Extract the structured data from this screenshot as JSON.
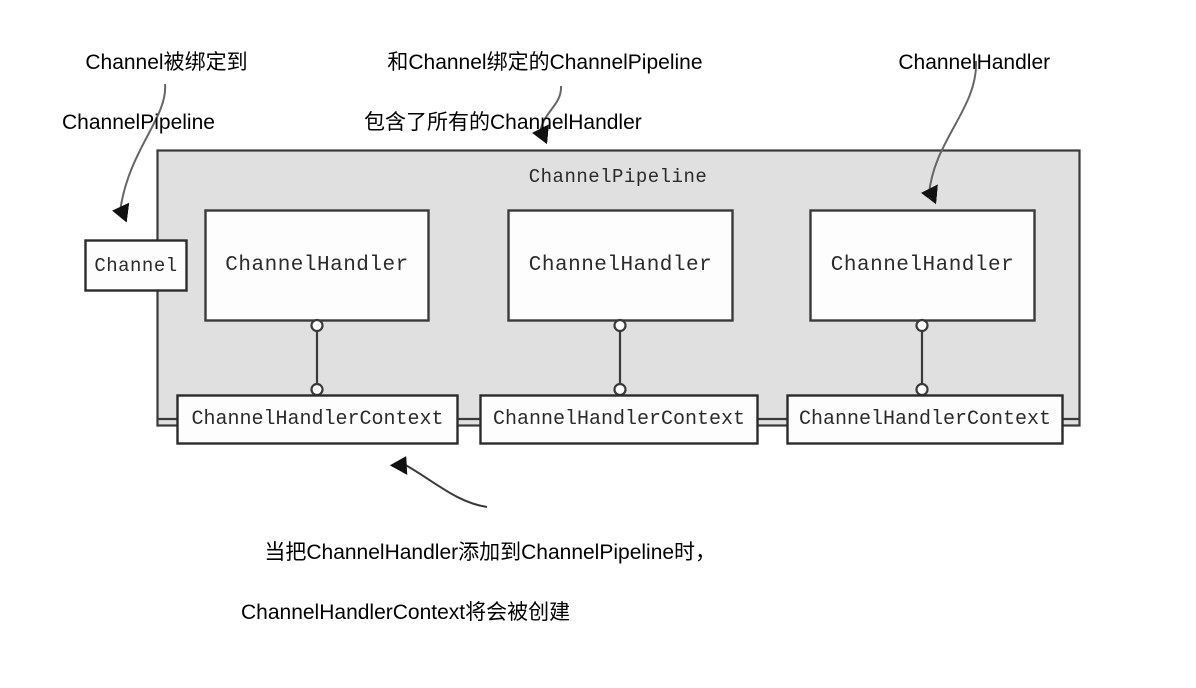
{
  "diagram": {
    "title": "Netty ChannelPipeline structure",
    "colors": {
      "pipeline_fill": "#e0e0e0",
      "box_fill": "#fdfdfd",
      "stroke": "#3a3a3a",
      "arrow": "#555555",
      "text": "#000000",
      "mono_text": "#2b2b2b",
      "background": "#ffffff"
    },
    "pipeline": {
      "label": "ChannelPipeline"
    },
    "channel": {
      "label": "Channel"
    },
    "handlers": [
      {
        "label": "ChannelHandler"
      },
      {
        "label": "ChannelHandler"
      },
      {
        "label": "ChannelHandler"
      }
    ],
    "contexts": [
      {
        "label": "ChannelHandlerContext"
      },
      {
        "label": "ChannelHandlerContext"
      },
      {
        "label": "ChannelHandlerContext"
      }
    ],
    "annotations": [
      {
        "name": "channel-bound-to-pipeline",
        "line1": "Channel被绑定到",
        "line2": "ChannelPipeline"
      },
      {
        "name": "pipeline-contains-handlers",
        "line1": "和Channel绑定的ChannelPipeline",
        "line2": "包含了所有的ChannelHandler"
      },
      {
        "name": "channel-handler-callout",
        "line1": "ChannelHandler",
        "line2": ""
      },
      {
        "name": "context-created-callout",
        "line1": "当把ChannelHandler添加到ChannelPipeline时，",
        "line2": "ChannelHandlerContext将会被创建"
      }
    ]
  }
}
